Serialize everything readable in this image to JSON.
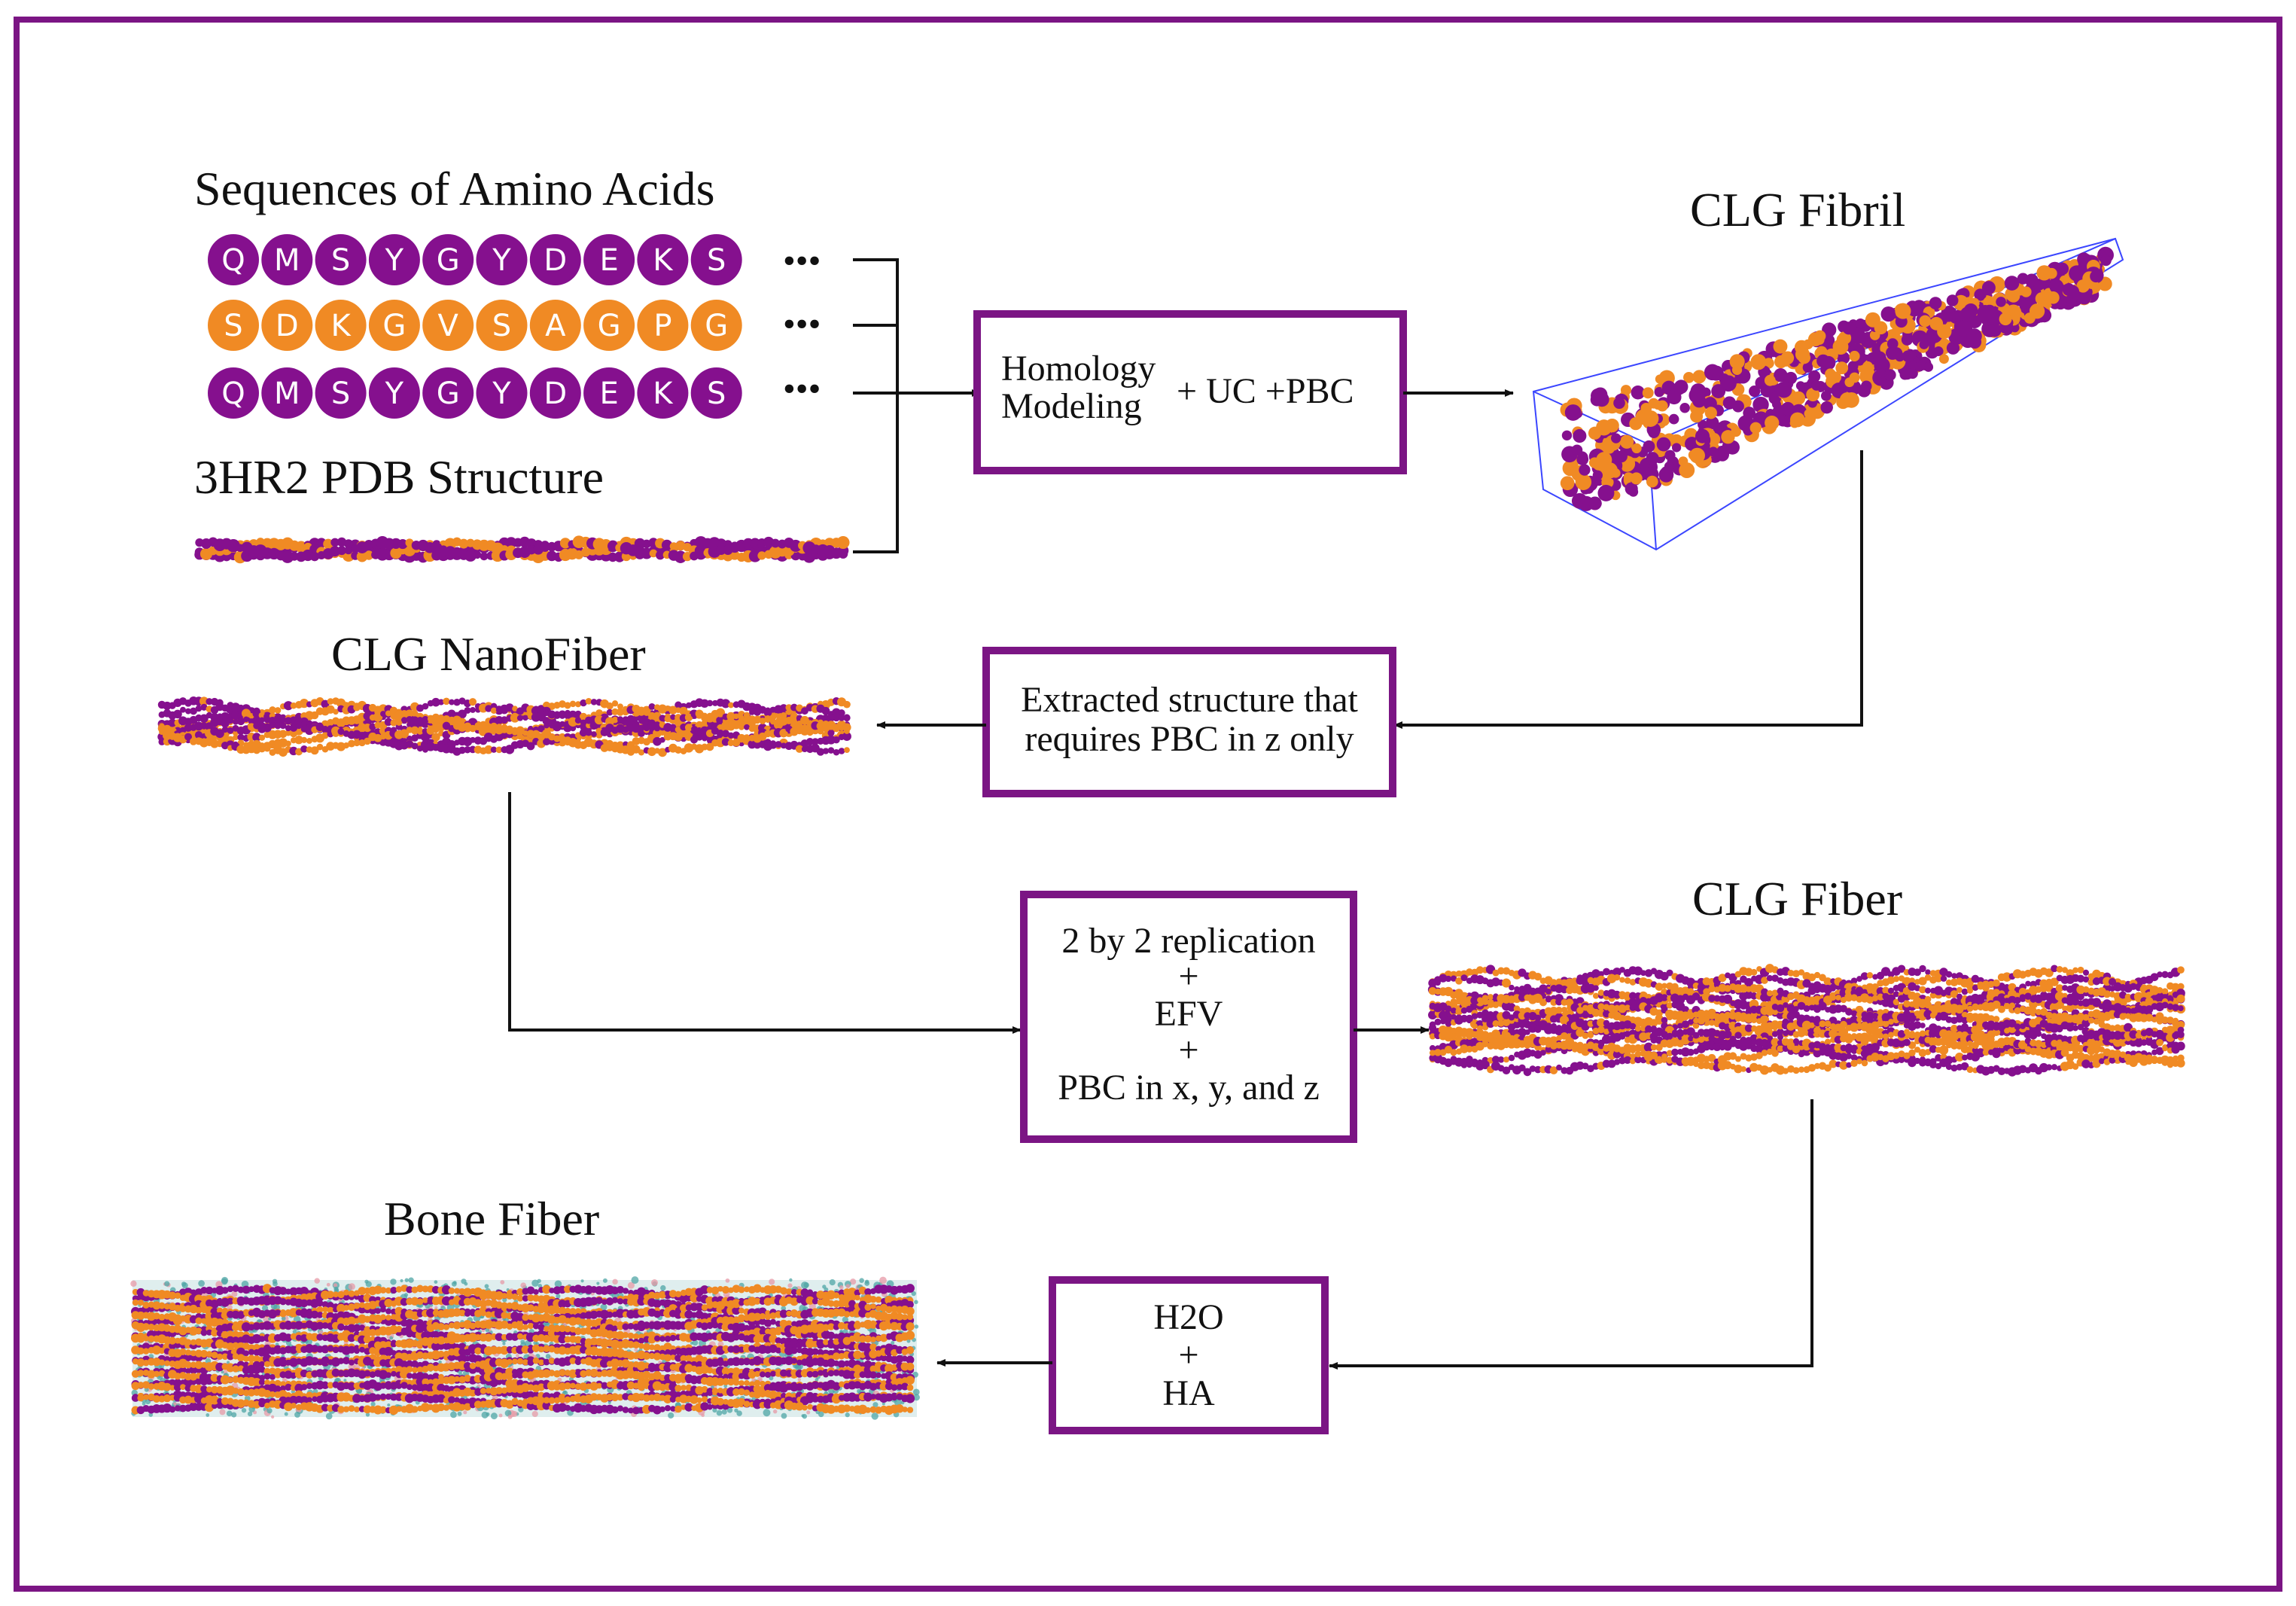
{
  "colors": {
    "frame": "#7b1584",
    "purple": "#85108e",
    "orange": "#f08a24",
    "water": "#4fa6a6",
    "box_line": "#3b46ff",
    "arrow": "#111111"
  },
  "labels": {
    "sequences_title": "Sequences of Amino Acids",
    "pdb_title": "3HR2 PDB Structure",
    "fibril_title": "CLG Fibril",
    "nanofiber_title": "CLG NanoFiber",
    "fiber_title": "CLG Fiber",
    "bone_title": "Bone Fiber"
  },
  "sequences": [
    {
      "color": "purple",
      "residues": [
        "Q",
        "M",
        "S",
        "Y",
        "G",
        "Y",
        "D",
        "E",
        "K",
        "S"
      ]
    },
    {
      "color": "orange",
      "residues": [
        "S",
        "D",
        "K",
        "G",
        "V",
        "S",
        "A",
        "G",
        "P",
        "G"
      ]
    },
    {
      "color": "purple",
      "residues": [
        "Q",
        "M",
        "S",
        "Y",
        "G",
        "Y",
        "D",
        "E",
        "K",
        "S"
      ]
    }
  ],
  "ellipsis": "•••",
  "process_boxes": {
    "homology": {
      "line1": "Homology",
      "line2": "Modeling",
      "suffix": "+ UC +PBC"
    },
    "extract": {
      "line1": "Extracted structure that",
      "line2": "requires PBC in z only"
    },
    "replication": {
      "line1": "2 by 2 replication",
      "plus1": "+",
      "line2": "EFV",
      "plus2": "+",
      "line3": "PBC in x, y, and z"
    },
    "mineral": {
      "line1": "H2O",
      "plus": "+",
      "line2": "HA"
    }
  }
}
